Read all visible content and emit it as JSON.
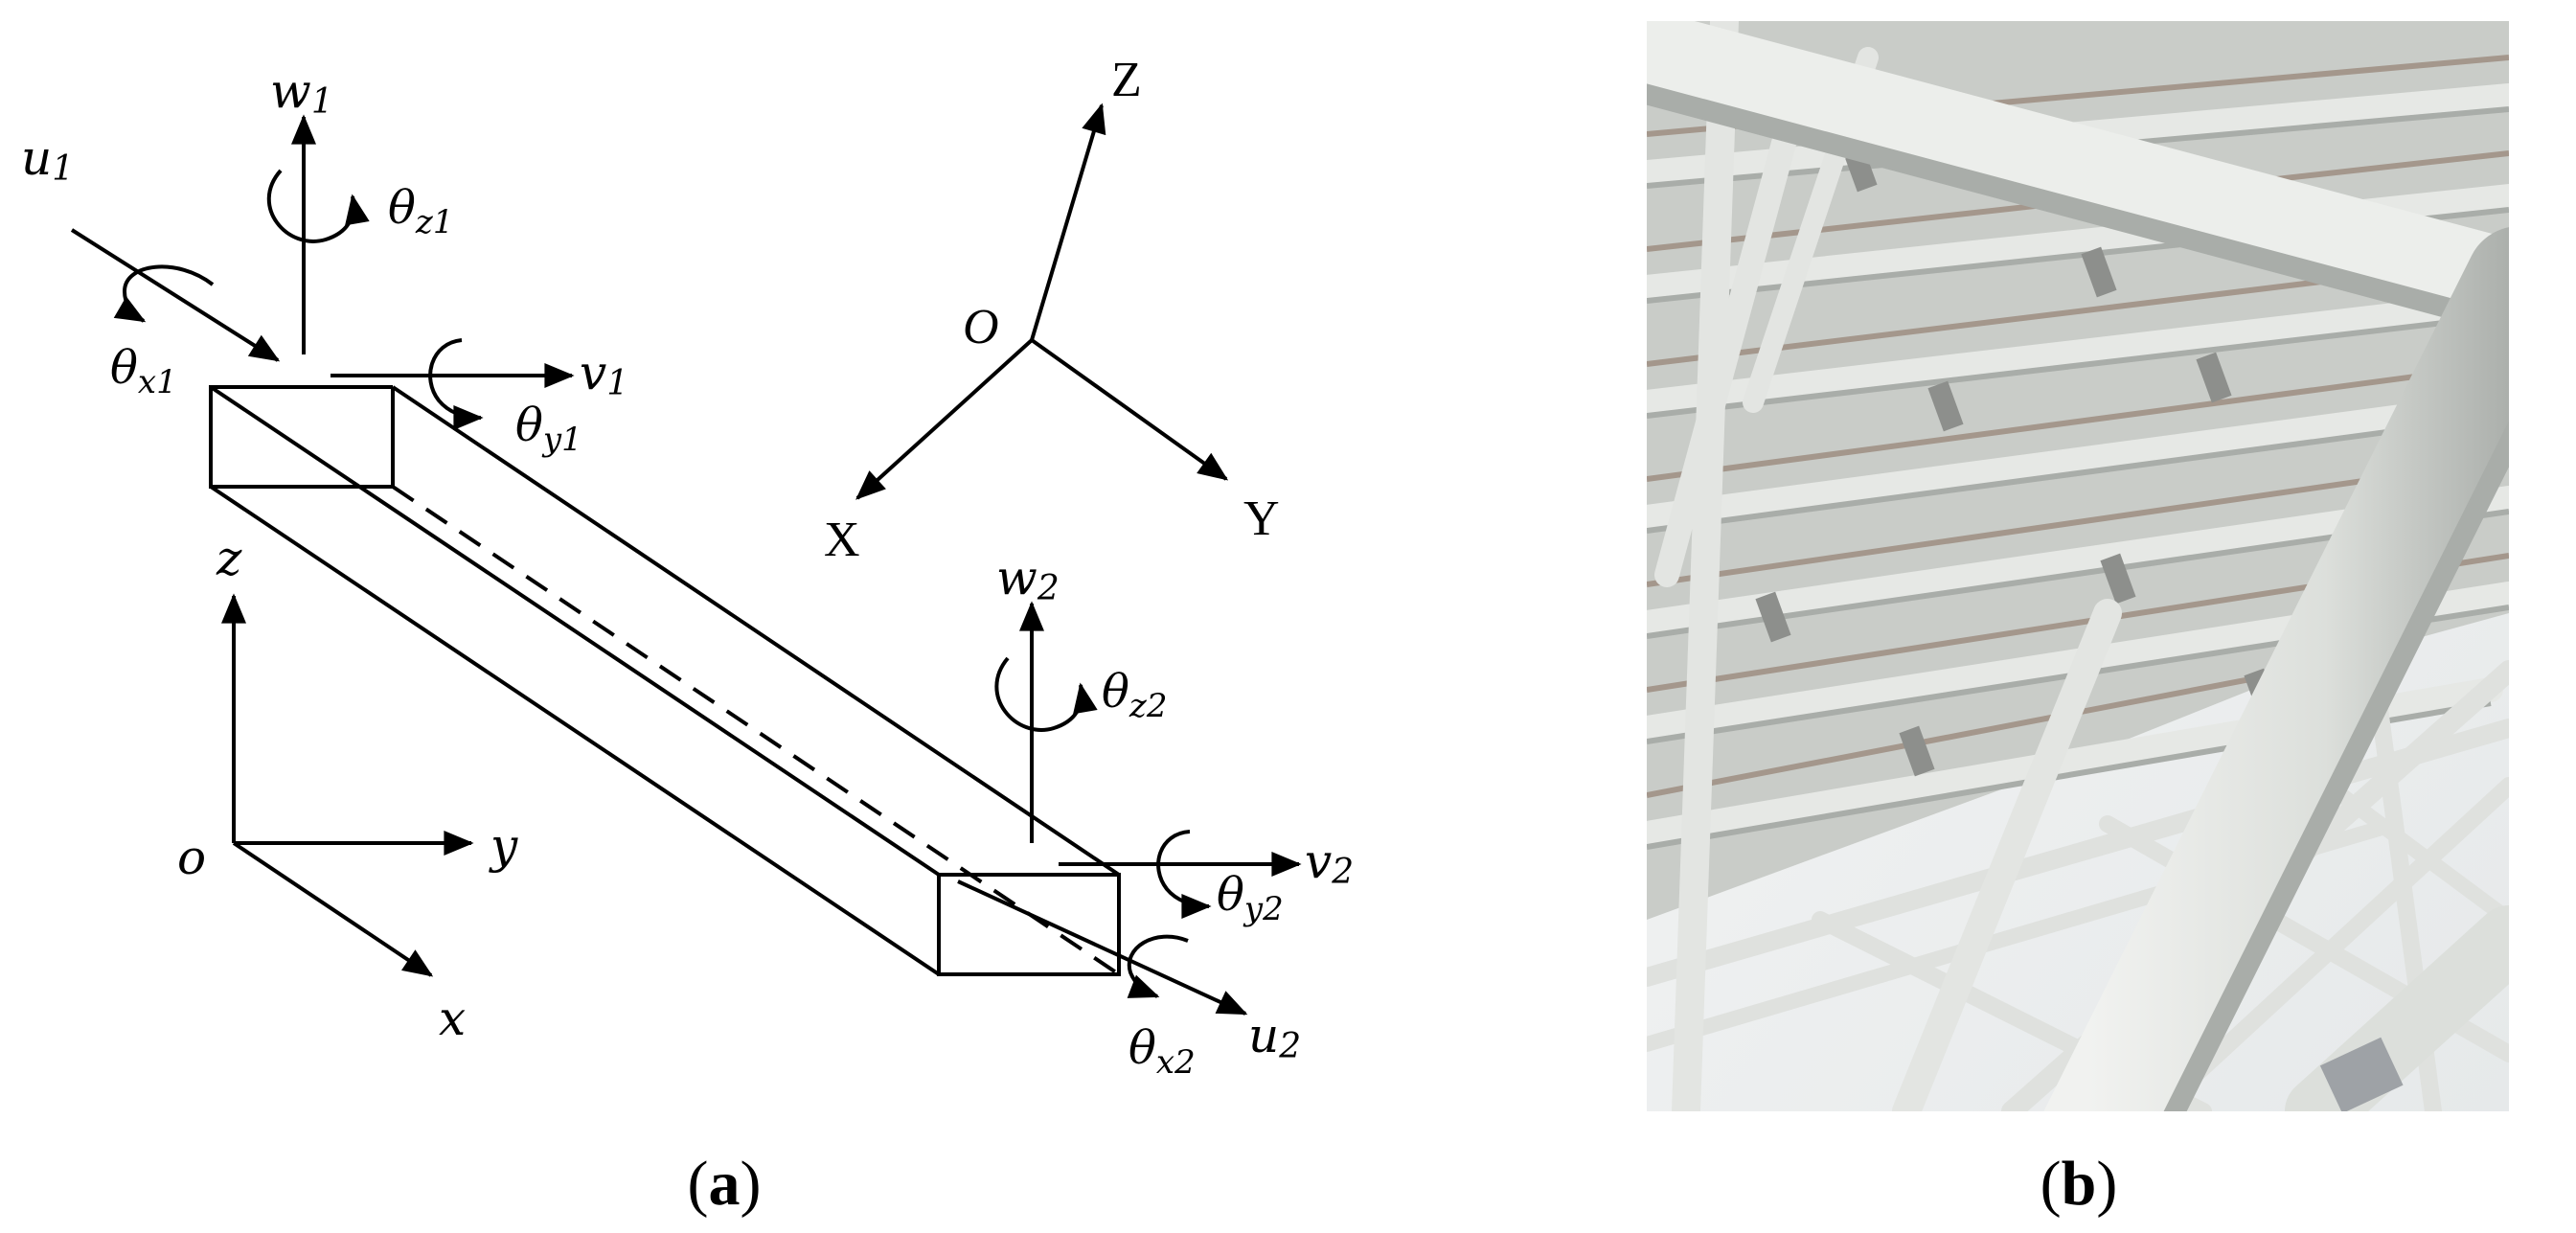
{
  "panel_a": {
    "label_open": "(",
    "label_letter": "a",
    "label_close": ")",
    "node1": {
      "w_base": "w",
      "w_sub": "1",
      "u_base": "u",
      "u_sub": "1",
      "v_base": "v",
      "v_sub": "1",
      "theta": "θ",
      "tx_sub": "x1",
      "ty_sub": "y1",
      "tz_sub": "z1"
    },
    "node2": {
      "w_base": "w",
      "w_sub": "2",
      "u_base": "u",
      "u_sub": "2",
      "v_base": "v",
      "v_sub": "2",
      "theta": "θ",
      "tx_sub": "x2",
      "ty_sub": "y2",
      "tz_sub": "z2"
    },
    "global_axes": {
      "origin": "O",
      "x": "X",
      "y": "Y",
      "z": "Z"
    },
    "local_axes": {
      "origin": "o",
      "x": "x",
      "y": "y",
      "z": "z"
    }
  },
  "panel_b": {
    "label_open": "(",
    "label_letter": "b",
    "label_close": ")",
    "photo_palette": {
      "sky": "#eef0f1",
      "panel": "#c9ccc8",
      "panel_shade": "#b7bab6",
      "steel": "#e3e5e2",
      "steel_shadow": "#a9ada9",
      "rust": "#9b8a7e"
    }
  }
}
